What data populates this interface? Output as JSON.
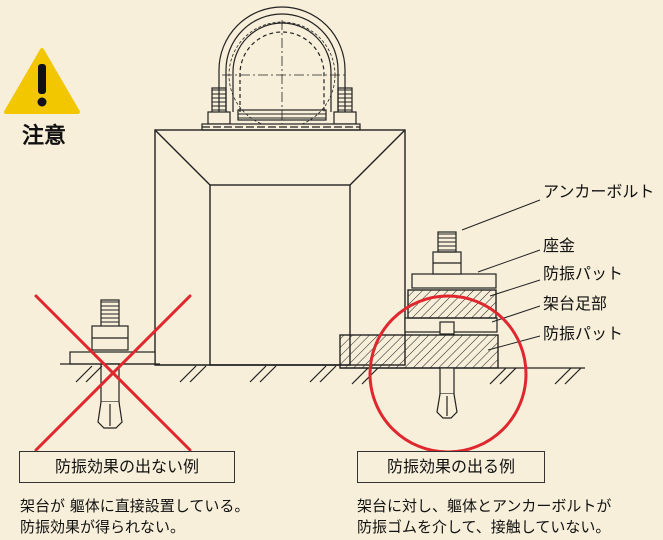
{
  "warning": {
    "label": "注意"
  },
  "labels": {
    "anchor_bolt": "アンカーボルト",
    "washer": "座金",
    "pad_top": "防振パット",
    "stand_foot": "架台足部",
    "pad_bottom": "防振パット"
  },
  "examples": {
    "bad": {
      "title": "防振効果の出ない例",
      "lines": [
        "架台が 軀体に直接設置している。",
        "防振効果が得られない。"
      ]
    },
    "good": {
      "title": "防振効果の出る例",
      "lines": [
        "架台に対し、軀体とアンカーボルトが",
        "防振ゴムを介して、接触していない。"
      ]
    }
  },
  "colors": {
    "background": "#f7efd9",
    "warning_yellow": "#f2c700",
    "cross_red": "#e0262e",
    "line": "#222222"
  }
}
